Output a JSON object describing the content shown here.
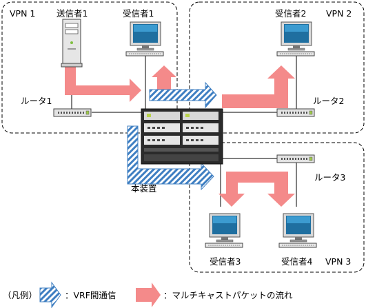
{
  "vpns": {
    "vpn1": "VPN 1",
    "vpn2": "VPN 2",
    "vpn3": "VPN 3"
  },
  "nodes": {
    "sender1": "送信者1",
    "receiver1": "受信者1",
    "receiver2": "受信者2",
    "receiver3": "受信者3",
    "receiver4": "受信者4",
    "router1": "ルータ1",
    "router2": "ルータ2",
    "router3": "ルータ3",
    "device": "本装置"
  },
  "legend": {
    "title": "（凡例）",
    "vrf": "：VRF間通信",
    "multicast": "：マルチキャストパケットの流れ"
  },
  "colors": {
    "multicast_arrow": "#f48a8a",
    "vrf_stripe": "#3f7fc2"
  }
}
